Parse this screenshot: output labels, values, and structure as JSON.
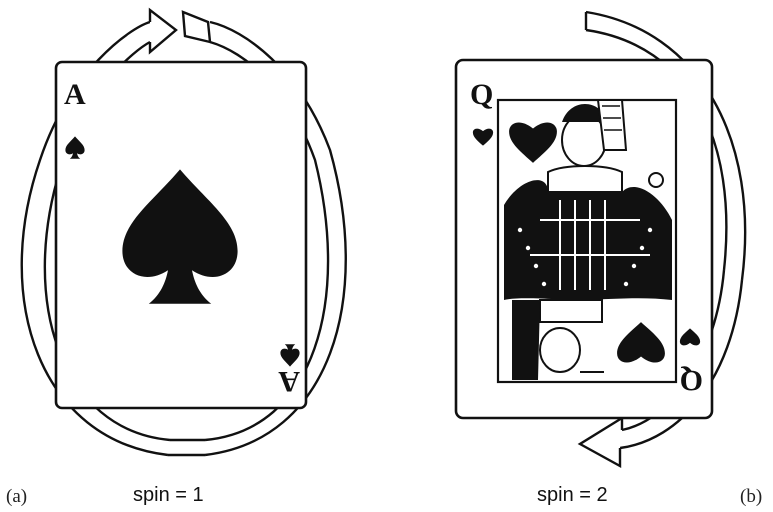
{
  "panels": [
    {
      "letter": "(a)",
      "caption": "spin = 1",
      "card": {
        "rank": "A",
        "suit": "spade-icon"
      }
    },
    {
      "letter": "(b)",
      "caption": "spin = 2",
      "card": {
        "rank": "Q",
        "suit": "heart-icon"
      }
    }
  ],
  "colors": {
    "ink": "#111111",
    "paper": "#ffffff"
  }
}
